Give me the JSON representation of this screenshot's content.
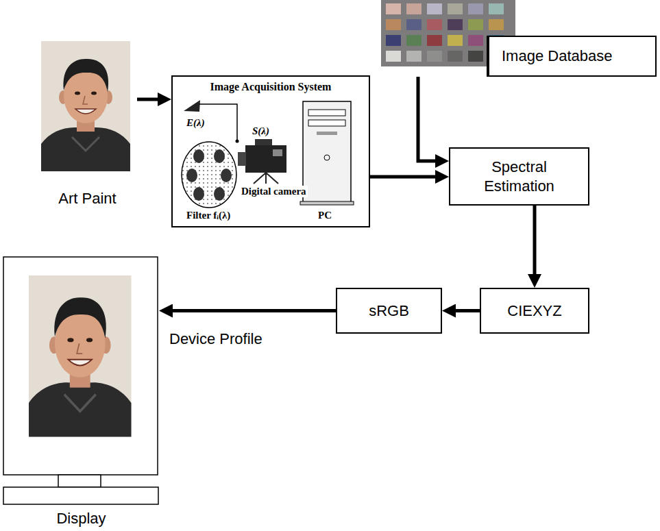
{
  "diagram": {
    "nodes": [
      {
        "text": [
          "Image Database"
        ]
      },
      {
        "text": [
          "Art Paint"
        ]
      },
      {
        "text": [
          "Image Acquisition System"
        ]
      },
      {
        "text": [
          "Spectral Estimation"
        ]
      },
      {
        "text": [
          "CIEXYZ"
        ]
      },
      {
        "text": [
          "sRGB"
        ]
      },
      {
        "text": [
          "Display"
        ]
      }
    ],
    "edges": [
      {
        "from": 1,
        "to": 2,
        "arrow": "to"
      },
      {
        "from": 2,
        "to": 3,
        "arrow": "to"
      },
      {
        "from": 0,
        "to": 3,
        "arrow": "to"
      },
      {
        "from": 3,
        "to": 4,
        "arrow": "to"
      },
      {
        "from": 5,
        "to": 6,
        "arrow": "to",
        "label": "Device Profile"
      },
      {
        "from": 4,
        "to": 5,
        "arrow": "to"
      }
    ],
    "labels": [
      "E(λ)",
      "S(λ)",
      "Digital camera",
      "Filter fᵢ(λ)",
      "PC"
    ]
  }
}
